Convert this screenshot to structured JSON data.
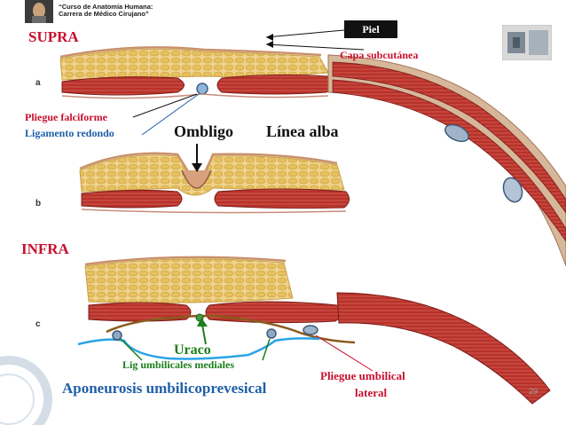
{
  "header": {
    "course_line1": "“Curso de Anatomía Humana:",
    "course_line2": "Carrera de Médico Cirujano”"
  },
  "labels": {
    "supra": "SUPRA",
    "infra": "INFRA",
    "piel": "Piel",
    "capa_subcutanea": "Capa subcutánea",
    "pliegue_falciforme": "Pliegue falciforme",
    "ligamento_redondo": "Ligamento redondo",
    "ombligo": "Ombligo",
    "linea_alba": "Línea alba",
    "uraco": "Uraco",
    "lig_umbilicales_mediales": "Lig umbilicales mediales",
    "aponeurosis_umbilicoprevesical": "Aponeurosis umbilicoprevesical",
    "pliegue_umbilical_lateral_1": "Pliegue umbilical",
    "pliegue_umbilical_lateral_2": "lateral"
  },
  "panel_letters": {
    "a": "a",
    "b": "b",
    "c": "c"
  },
  "page_number": "29",
  "colors": {
    "label_red": "#c8102e",
    "label_blue": "#1f5fa8",
    "label_green": "#1a7f1a",
    "muscle": "#b8322a",
    "fat": "#e8c46a",
    "fascia_blue": "#2aa3e6",
    "fascia_brown": "#8b5a1e"
  }
}
